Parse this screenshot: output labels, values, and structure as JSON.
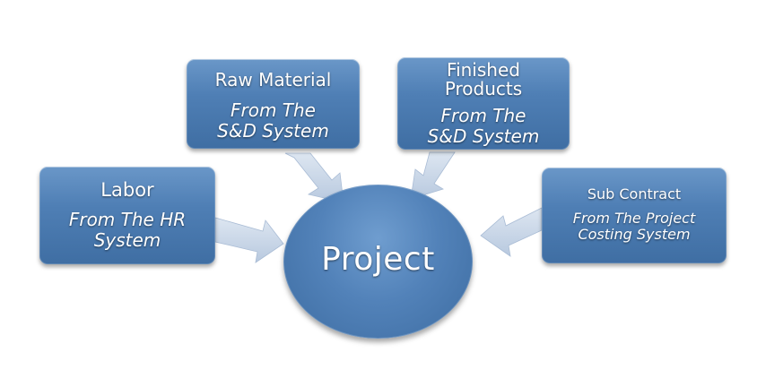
{
  "diagram": {
    "center": {
      "label": "Project"
    },
    "sources": [
      {
        "title_lines": [
          "Raw Material"
        ],
        "source_lines": [
          "From The",
          "S&D System"
        ]
      },
      {
        "title_lines": [
          "Finished",
          "Products"
        ],
        "source_lines": [
          "From The",
          "S&D System"
        ]
      },
      {
        "title_lines": [
          "Labor"
        ],
        "source_lines": [
          "From The HR",
          "System"
        ]
      },
      {
        "title_lines": [
          "Sub Contract"
        ],
        "source_lines": [
          "From The Project",
          "Costing System"
        ]
      }
    ],
    "colors": {
      "node_fill": "#4f7fb5",
      "arrow_fill": "#c5d3e6",
      "text": "#ffffff"
    }
  }
}
